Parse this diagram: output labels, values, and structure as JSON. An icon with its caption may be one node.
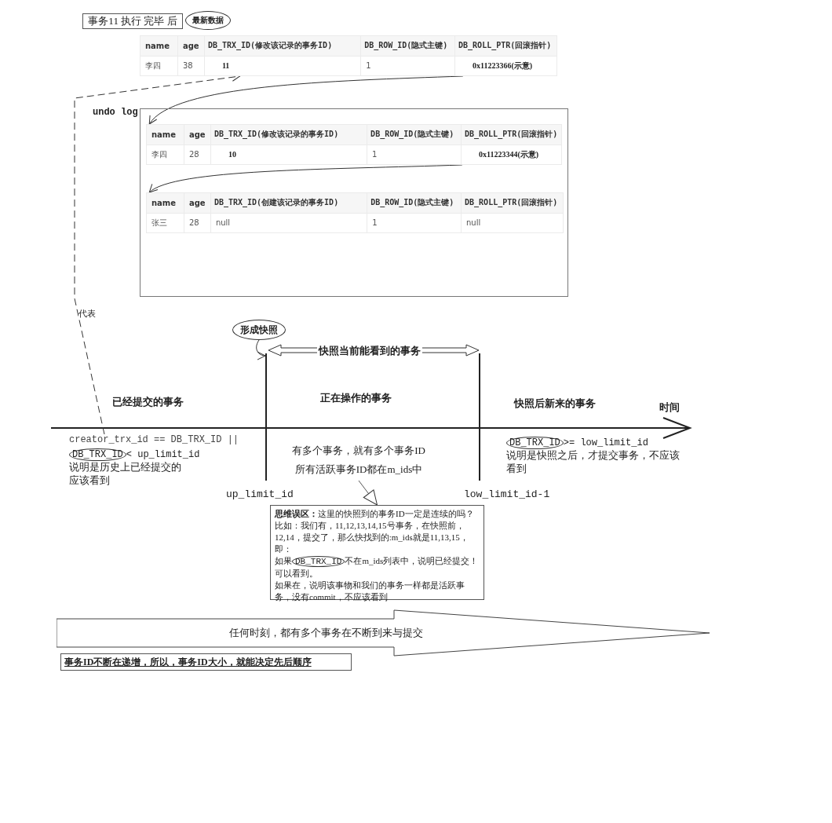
{
  "diagram": {
    "nodes": [
      {
        "text": [
          "事务11 执行 完毕 后"
        ]
      },
      {
        "text": [
          "最新数据"
        ]
      },
      {
        "text": [
          "name",
          "age",
          "DB_TRX_ID(修改该记录的事务ID)",
          "DB_ROW_ID(隐式主键)",
          "DB_ROLL_PTR(回滚指针)",
          "李四",
          "38",
          "11",
          "1",
          "0x11223366(示意)"
        ]
      },
      {
        "text": [
          "undo log"
        ]
      },
      {
        "text": [
          "name",
          "age",
          "DB_TRX_ID(修改该记录的事务ID)",
          "DB_ROW_ID(隐式主键)",
          "DB_ROLL_PTR(回滚指针)",
          "李四",
          "28",
          "10",
          "1",
          "0x11223344(示意)"
        ],
        "in": 3
      },
      {
        "text": [
          "name",
          "age",
          "DB_TRX_ID(创建该记录的事务ID)",
          "DB_ROW_ID(隐式主键)",
          "DB_ROLL_PTR(回滚指针)",
          "张三",
          "28",
          "null",
          "1",
          "null"
        ],
        "in": 3
      },
      {
        "text": [
          "形成快照"
        ]
      },
      {
        "text": [
          "creator_trx_id == DB_TRX_ID ||",
          "DB_TRX_ID",
          "< up_limit_id",
          "说明是历史上已经提交的应该看到"
        ]
      },
      {
        "text": [
          "有多个事务，就有多个事务ID",
          "所有活跃事务ID都在m_ids中"
        ]
      },
      {
        "text": [
          "**思维误区：**这里的快照到的事务ID一定是连续的吗？比如：我们有，11,12,13,14,15号事务，在快照前，12,14，提交了，那么快找到的:m_ids就是11,13,15，即：",
          "如果",
          "DB_TRX_ID",
          "不在m_ids列表中，说明已经提交！可以看到。",
          "如果在，说明该事物和我们的事务一样都是活跃事务，没有commit，不应该看到"
        ]
      },
      {
        "text": [
          "DB_TRX_ID",
          ">= low_limit_id",
          "说明是快照之后，才提交事务，不应该看到"
        ]
      },
      {
        "text": [
          "任何时刻，都有多个事务在不断到来与提交"
        ]
      },
      {
        "text": [
          "事务ID不断在递增，所以，事务ID大小，就能决定先后顺序"
        ]
      }
    ],
    "edges": [
      {
        "from": 2,
        "to": 4,
        "arrow": "to"
      },
      {
        "from": 4,
        "to": 5,
        "arrow": "to"
      },
      {
        "from": 7,
        "to": 2,
        "arrow": "to",
        "label": "代表",
        "style": "dashed"
      },
      {
        "from": 6,
        "to": null,
        "arrow": "to"
      },
      {
        "from": 8,
        "to": 9,
        "arrow": "to"
      }
    ],
    "labels": [
      "快照当前能看到的事务",
      "已经提交的事务",
      "正在操作的事务",
      "快照后新来的事务",
      "时间",
      "up_limit_id",
      "low_limit_id-1"
    ]
  }
}
